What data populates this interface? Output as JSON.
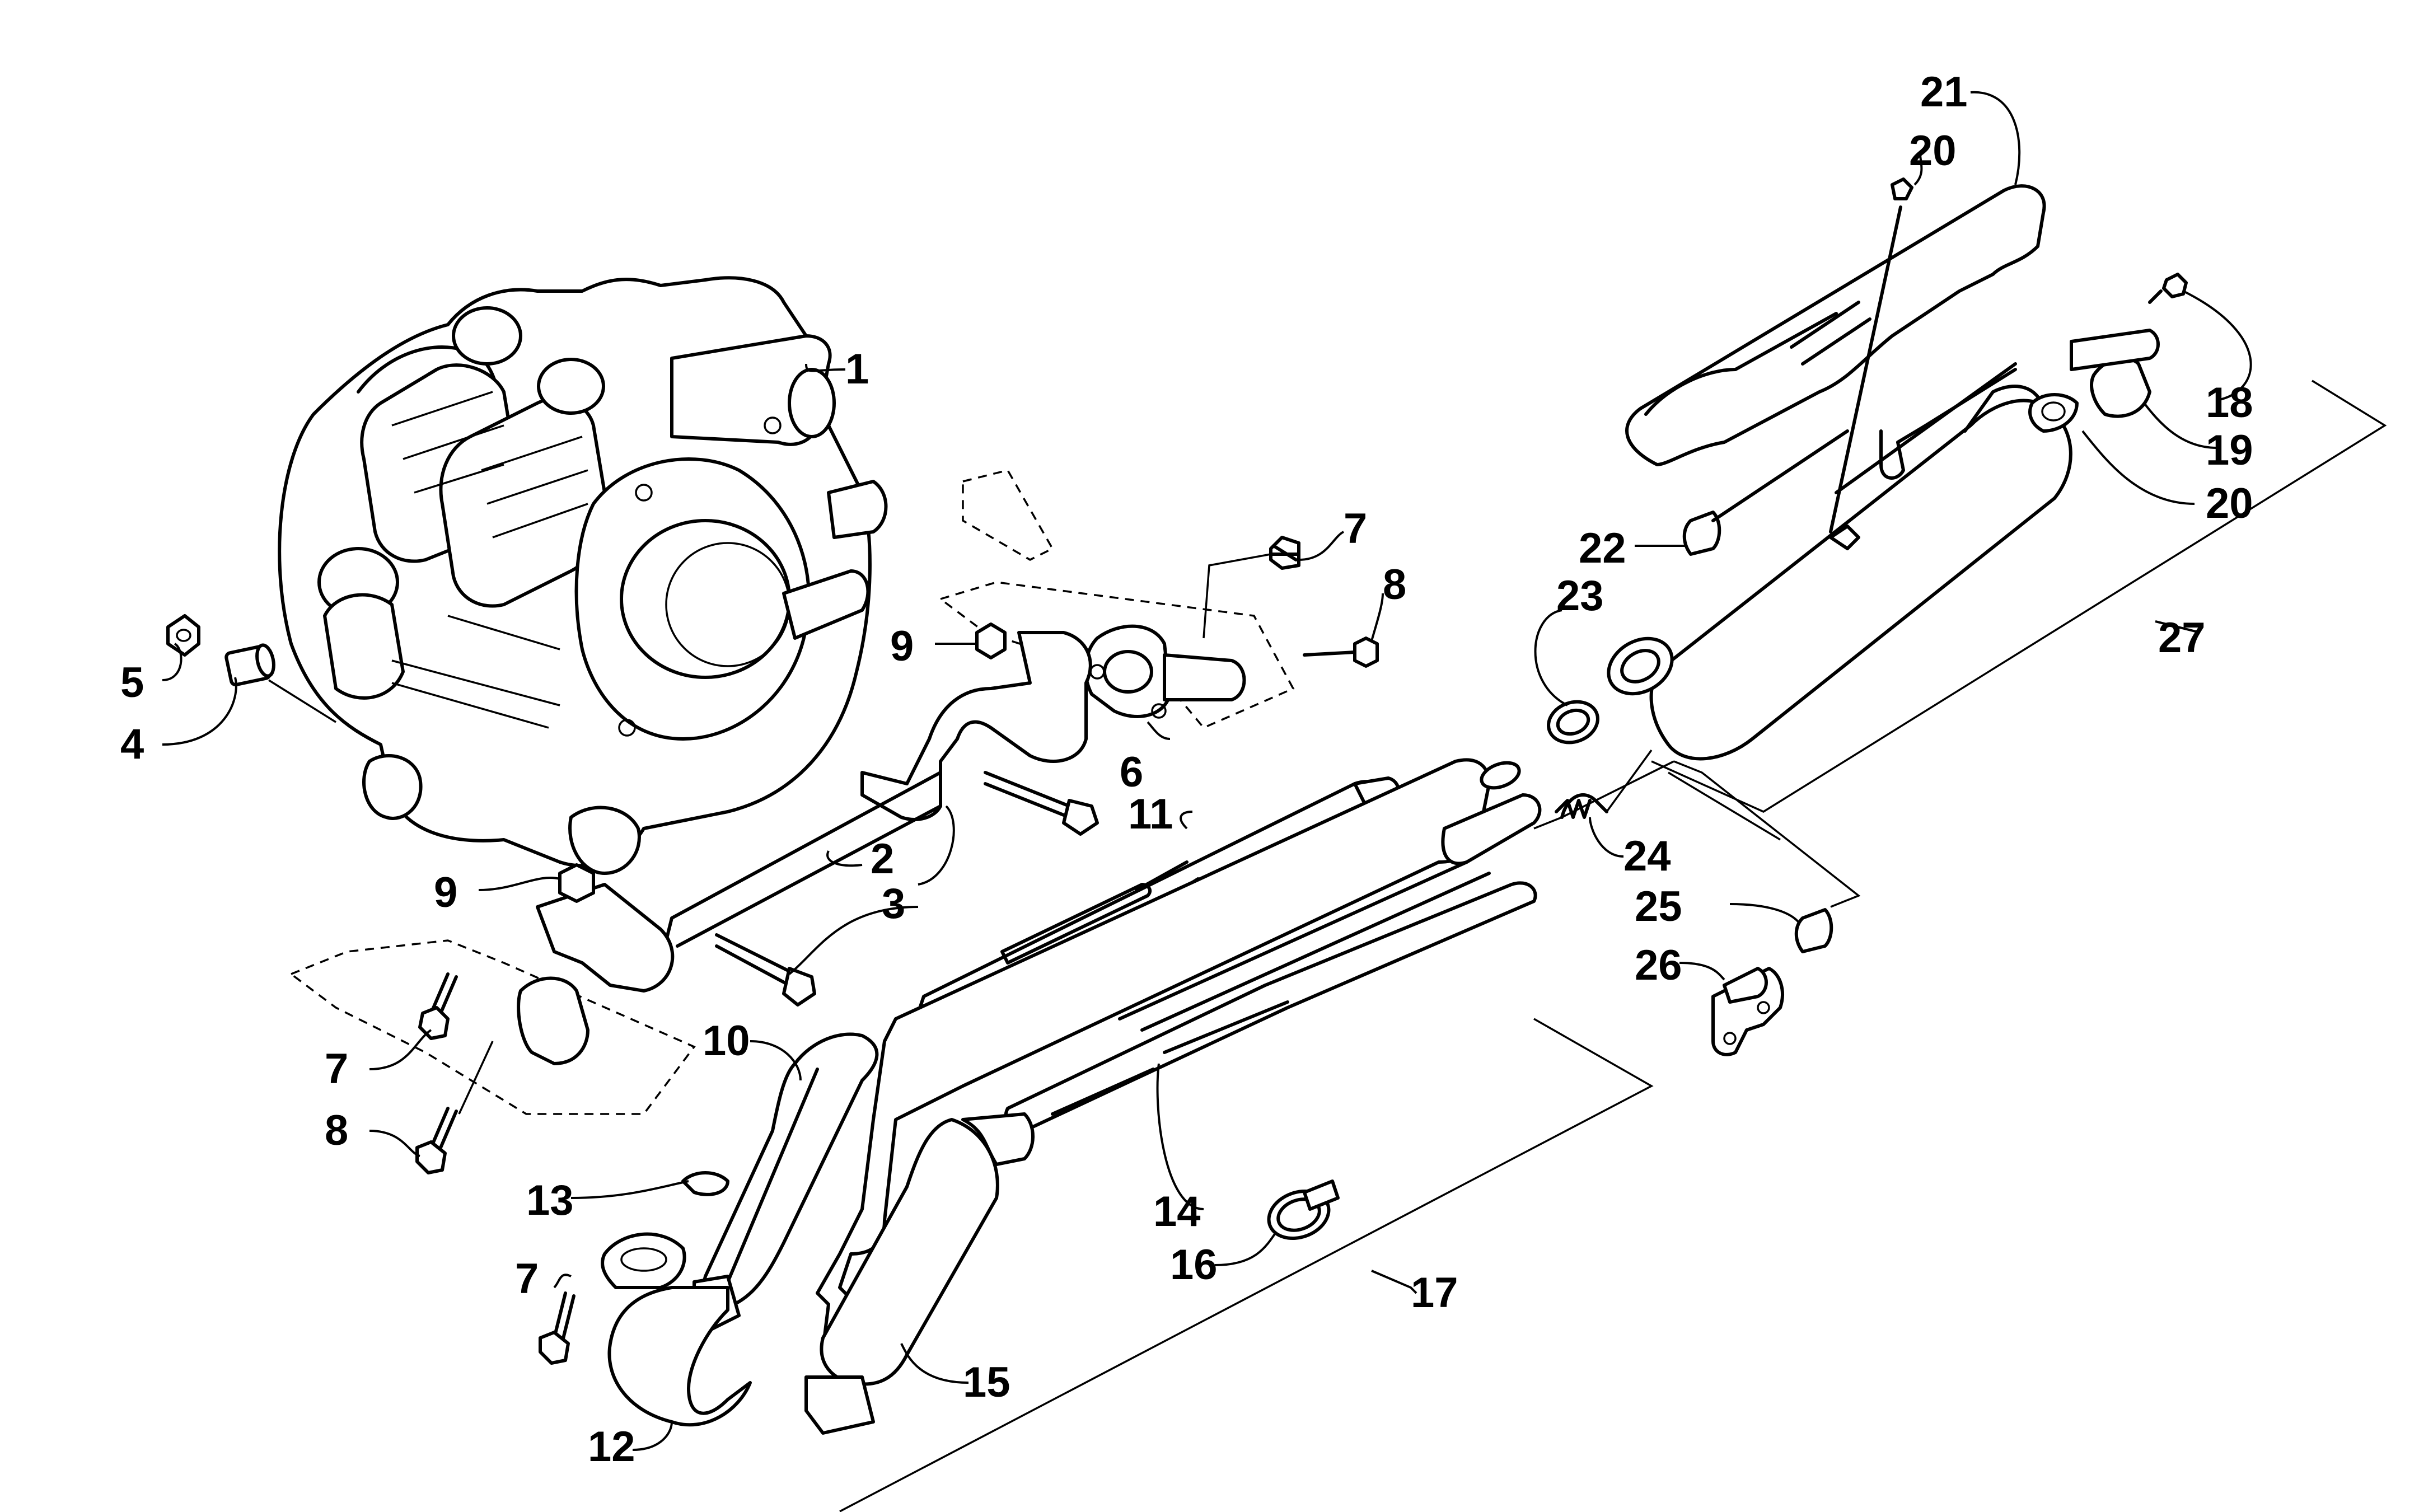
{
  "callouts": [
    {
      "id": "c1",
      "label": "1"
    },
    {
      "id": "c2",
      "label": "2"
    },
    {
      "id": "c3",
      "label": "3"
    },
    {
      "id": "c4",
      "label": "4"
    },
    {
      "id": "c5",
      "label": "5"
    },
    {
      "id": "c6",
      "label": "6"
    },
    {
      "id": "c7a",
      "label": "7"
    },
    {
      "id": "c7b",
      "label": "7"
    },
    {
      "id": "c7c",
      "label": "7"
    },
    {
      "id": "c8a",
      "label": "8"
    },
    {
      "id": "c8b",
      "label": "8"
    },
    {
      "id": "c9a",
      "label": "9"
    },
    {
      "id": "c9b",
      "label": "9"
    },
    {
      "id": "c10",
      "label": "10"
    },
    {
      "id": "c11",
      "label": "11"
    },
    {
      "id": "c12",
      "label": "12"
    },
    {
      "id": "c13",
      "label": "13"
    },
    {
      "id": "c14",
      "label": "14"
    },
    {
      "id": "c15",
      "label": "15"
    },
    {
      "id": "c16",
      "label": "16"
    },
    {
      "id": "c17",
      "label": "17"
    },
    {
      "id": "c18",
      "label": "18"
    },
    {
      "id": "c19",
      "label": "19"
    },
    {
      "id": "c20a",
      "label": "20"
    },
    {
      "id": "c20b",
      "label": "20"
    },
    {
      "id": "c21",
      "label": "21"
    },
    {
      "id": "c22",
      "label": "22"
    },
    {
      "id": "c23",
      "label": "23"
    },
    {
      "id": "c24",
      "label": "24"
    },
    {
      "id": "c25",
      "label": "25"
    },
    {
      "id": "c26",
      "label": "26"
    },
    {
      "id": "c27",
      "label": "27"
    }
  ]
}
